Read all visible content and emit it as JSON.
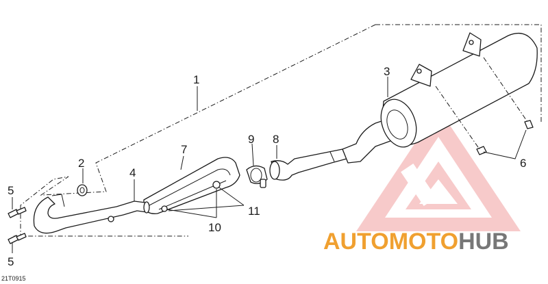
{
  "diagram": {
    "callouts": [
      {
        "id": "1",
        "label": "1"
      },
      {
        "id": "2",
        "label": "2"
      },
      {
        "id": "3",
        "label": "3"
      },
      {
        "id": "4",
        "label": "4"
      },
      {
        "id": "5a",
        "label": "5"
      },
      {
        "id": "5b",
        "label": "5"
      },
      {
        "id": "6",
        "label": "6"
      },
      {
        "id": "7",
        "label": "7"
      },
      {
        "id": "8",
        "label": "8"
      },
      {
        "id": "9",
        "label": "9"
      },
      {
        "id": "10",
        "label": "10"
      },
      {
        "id": "11",
        "label": "11"
      }
    ],
    "diagram_code": "21T0915"
  },
  "watermark": {
    "part1": "AUTOMOTO",
    "part2": "HUB",
    "color_primary": "#f0a030",
    "color_secondary": "#777777",
    "triangle_color": "#e85050"
  }
}
